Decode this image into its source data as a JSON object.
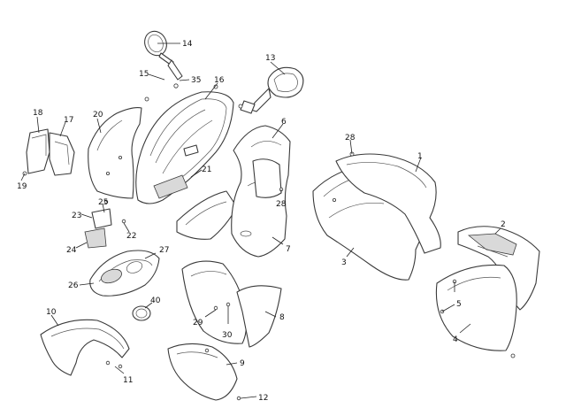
{
  "diagram": {
    "callouts": [
      {
        "id": "c1",
        "label": "1"
      },
      {
        "id": "c2",
        "label": "2"
      },
      {
        "id": "c3",
        "label": "3"
      },
      {
        "id": "c4",
        "label": "4"
      },
      {
        "id": "c5",
        "label": "5"
      },
      {
        "id": "c6",
        "label": "6"
      },
      {
        "id": "c7",
        "label": "7"
      },
      {
        "id": "c8",
        "label": "8"
      },
      {
        "id": "c9",
        "label": "9"
      },
      {
        "id": "c10",
        "label": "10"
      },
      {
        "id": "c11",
        "label": "11"
      },
      {
        "id": "c12",
        "label": "12"
      },
      {
        "id": "c13",
        "label": "13"
      },
      {
        "id": "c14",
        "label": "14"
      },
      {
        "id": "c15",
        "label": "15"
      },
      {
        "id": "c16",
        "label": "16"
      },
      {
        "id": "c17",
        "label": "17"
      },
      {
        "id": "c18",
        "label": "18"
      },
      {
        "id": "c19",
        "label": "19"
      },
      {
        "id": "c20",
        "label": "20"
      },
      {
        "id": "c21",
        "label": "21"
      },
      {
        "id": "c22",
        "label": "22"
      },
      {
        "id": "c23",
        "label": "23"
      },
      {
        "id": "c24",
        "label": "24"
      },
      {
        "id": "c25",
        "label": "25"
      },
      {
        "id": "c26",
        "label": "26"
      },
      {
        "id": "c27",
        "label": "27"
      },
      {
        "id": "c28a",
        "label": "28"
      },
      {
        "id": "c28b",
        "label": "28"
      },
      {
        "id": "c29",
        "label": "29"
      },
      {
        "id": "c30",
        "label": "30"
      },
      {
        "id": "c35",
        "label": "35"
      },
      {
        "id": "c40",
        "label": "40"
      }
    ]
  }
}
